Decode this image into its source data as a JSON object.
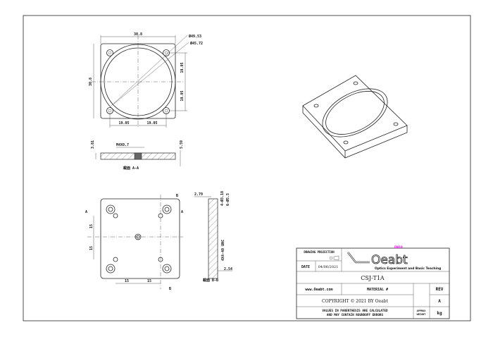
{
  "top_view": {
    "width": "30.8",
    "height": "30.8",
    "outer_diameter": "Ø49.53",
    "inner_diameter": "Ø45.72",
    "hole_spacing_top": "19.05",
    "hole_spacing_bottom": "19.05",
    "hole_spacing_left": "19.05",
    "hole_spacing_right": "19.05"
  },
  "section_a": {
    "thread": "M4X0.7",
    "thickness_left": "3.81",
    "thickness_right": "5.59",
    "label": "截面 A-A"
  },
  "bottom_view": {
    "section_a_marker": "A",
    "section_b_marker": "B",
    "spacing_v1": "15",
    "spacing_v2": "15",
    "spacing_h1": "15",
    "spacing_h2": "15"
  },
  "section_b": {
    "offset_top": "2.79",
    "hole_a": "4-Ø3.18",
    "hole_b": "6-Ø5.5",
    "thread": "4X4-40 UNC",
    "offset_bottom": "2.54",
    "label": "截面 B-B"
  },
  "title_block": {
    "drawing_projection": "DRAWING PROJECTION",
    "date_label": "DATE",
    "date_value": "04/06/2021",
    "logo_text": "Oeabt",
    "logo_tagline": "Optics Experiment and Basic Teaching",
    "logo_note": "EN10",
    "part_number": "CSJ-T1A",
    "website": "www.Oeabt.com",
    "material_label": "MATERIAL #",
    "rev_label": "REV",
    "rev_value": "A",
    "copyright": "COPYRIGHT © 2021 BY Oeabt",
    "note_line1": "VALUES IN PARENTHESIS ARE CALCULATED",
    "note_line2": "AND MAY CONTAIN ROUNDOFF ERRORS",
    "weight_label_1": "APPROX",
    "weight_label_2": "WEIGHT",
    "weight_unit": "kg"
  },
  "colors": {
    "accent": "#ff00ff"
  }
}
